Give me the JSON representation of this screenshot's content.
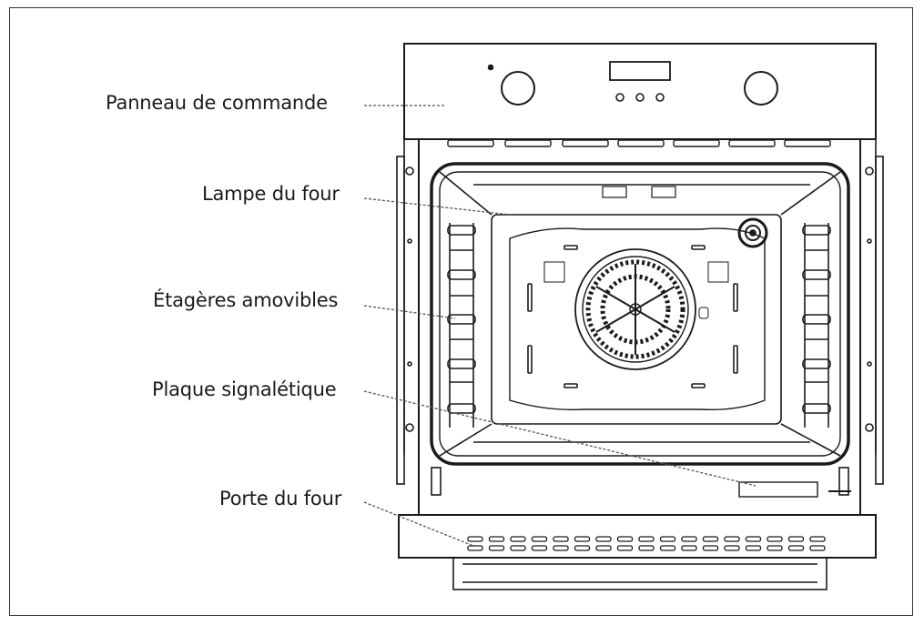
{
  "labels": {
    "control_panel": "Panneau de commande",
    "oven_lamp": "Lampe du four",
    "removable_shelves": "Étagères amovibles",
    "rating_plate": "Plaque signalétique",
    "oven_door": "Porte du four"
  },
  "colors": {
    "line": "#1a1a1a",
    "leader": "#555555",
    "background": "#ffffff"
  }
}
